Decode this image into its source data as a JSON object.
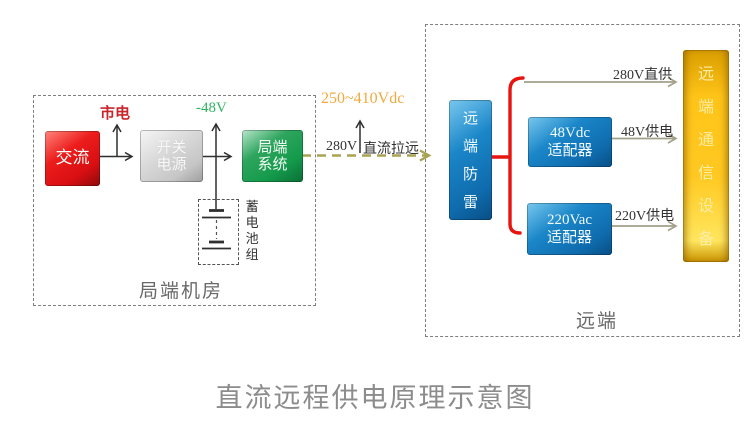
{
  "page": {
    "title": "直流远程供电原理示意图"
  },
  "local": {
    "section_label": "局端机房",
    "ac_box": "交流",
    "switch_power": {
      "line1": "开关",
      "line2": "电源"
    },
    "system_box": {
      "line1": "局端",
      "line2": "系统"
    },
    "mains_label": "市电",
    "bus_voltage_label": "-48V",
    "battery_label": "蓄电池组"
  },
  "link": {
    "range_label": "250~410Vdc",
    "voltage_label": "280V",
    "name_label": "直流拉远"
  },
  "remote": {
    "section_label": "远端",
    "lightning_box": "远端防雷",
    "adapter_48": {
      "line1": "48Vdc",
      "line2": "适配器"
    },
    "adapter_220": {
      "line1": "220Vac",
      "line2": "适配器"
    },
    "device_box": "远端通信设备",
    "feed_280_label": "280V直供",
    "feed_48_label": "48V供电",
    "feed_220_label": "220V供电"
  },
  "colors": {
    "ac_red": "#e8141c",
    "power_gray": "#d9d9d9",
    "system_green": "#149a4b",
    "adapter_blue": "#1581c5",
    "device_yellow": "#ffc418",
    "bracket_red": "#e71410",
    "dc_line_olive": "#a8a254",
    "feed_line_gray": "#a3a08a",
    "mains_text_red": "#c9252b",
    "bus_text_green": "#2fb35f",
    "range_text_orange": "#f2a93d"
  }
}
